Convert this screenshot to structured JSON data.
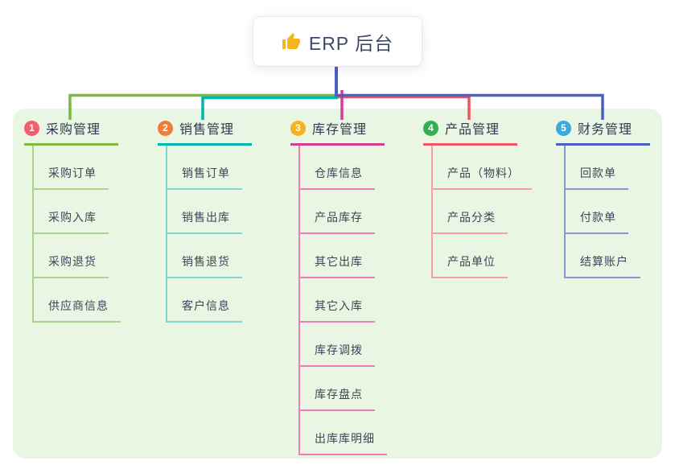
{
  "root": {
    "label": "ERP 后台",
    "icon": "thumbs-up-icon",
    "line_color": "#4a5ec4",
    "card_bg": "#ffffff",
    "text_color": "#3b4a66",
    "icon_color": "#f2b61e"
  },
  "panel": {
    "bg_color": "#e9f6e3"
  },
  "branches": [
    {
      "index": "1",
      "label": "采购管理",
      "badge_color": "#f25e6c",
      "line_color": "#7cb93f",
      "child_line_color": "#a9d48c",
      "children": [
        "采购订单",
        "采购入库",
        "采购退货",
        "供应商信息"
      ]
    },
    {
      "index": "2",
      "label": "销售管理",
      "badge_color": "#ef7d3c",
      "line_color": "#00b5ad",
      "child_line_color": "#7fd6cc",
      "children": [
        "销售订单",
        "销售出库",
        "销售退货",
        "客户信息"
      ]
    },
    {
      "index": "3",
      "label": "库存管理",
      "badge_color": "#f7b31b",
      "line_color": "#d23d96",
      "child_line_color": "#f07eb6",
      "children": [
        "仓库信息",
        "产品库存",
        "其它出库",
        "其它入库",
        "库存调拨",
        "库存盘点",
        "出库库明细"
      ]
    },
    {
      "index": "4",
      "label": "产品管理",
      "badge_color": "#31af52",
      "line_color": "#f2535f",
      "child_line_color": "#f8a0a0",
      "children": [
        "产品（物料）",
        "产品分类",
        "产品单位"
      ]
    },
    {
      "index": "5",
      "label": "财务管理",
      "badge_color": "#3aa9dc",
      "line_color": "#4a5ec4",
      "child_line_color": "#8699d6",
      "children": [
        "回款单",
        "付款单",
        "结算账户"
      ]
    }
  ]
}
